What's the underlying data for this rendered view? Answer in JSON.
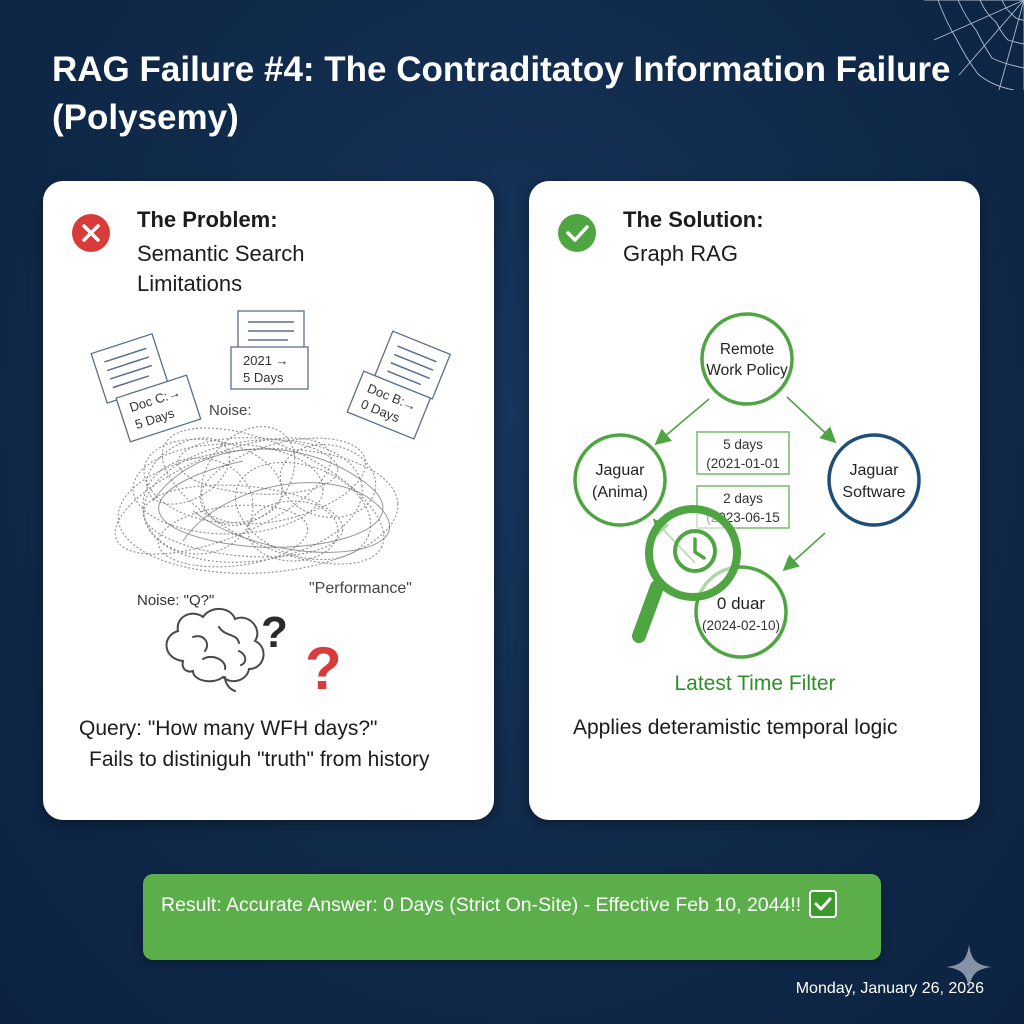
{
  "title": {
    "line1": "RAG Failure #4: The Contraditatoy Information Failure",
    "line2": "(Polysemy)"
  },
  "problem": {
    "heading": "The Problem:",
    "sub_line1": "Semantic Search",
    "sub_line2": "Limitations",
    "doc_left": [
      "Doc C:→",
      "5 Days"
    ],
    "doc_center": [
      "2021 →",
      "5 Days"
    ],
    "doc_right": [
      "Doc B:→",
      "0 Days"
    ],
    "noise_top": "Noise:",
    "noise_bottom": "Noise: \"Q?\"",
    "performance": "\"Performance\"",
    "query": "Query: \"How many WFH days?\"",
    "fail": "Fails to distiniguh \"truth\" from history",
    "icons": [
      "close-icon",
      "brain-icon",
      "question-mark-icon",
      "document-icon"
    ],
    "accent": "#d93a3a"
  },
  "solution": {
    "heading": "The Solution:",
    "sub": "Graph RAG",
    "node_policy": [
      "Remote",
      "Work Policy"
    ],
    "node_animal": [
      "Jaguar",
      "(Anima)"
    ],
    "node_software": [
      "Jaguar",
      "Software"
    ],
    "node_latest": [
      "0 duar",
      "(2024-02-10)"
    ],
    "box1": [
      "5 days",
      "(2021-01-01"
    ],
    "box2": [
      "2 days",
      "(2023-06-15"
    ],
    "filter_label": "Latest Time Filter",
    "caption": "Applies deteramistic temporal logic",
    "icons": [
      "check-circle-icon",
      "magnifier-clock-icon"
    ],
    "accent": "#4ea541",
    "navy": "#1f4e79"
  },
  "result": {
    "text": "Result: Accurate Answer: 0 Days (Strict On-Site) - Effective Feb 10, 2044!!",
    "color": "#5cae4b"
  },
  "date": "Monday, January 26, 2026"
}
